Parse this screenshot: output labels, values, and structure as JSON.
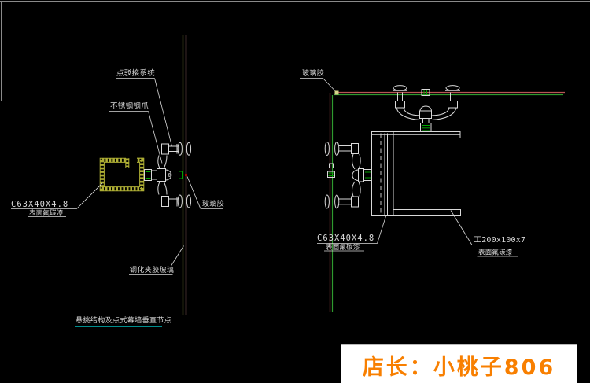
{
  "drawing": {
    "type": "cad-curtain-wall-detail",
    "background": "#000000"
  },
  "colors": {
    "line_white": "#d9d9d9",
    "glass_olive": "#7a7f38",
    "glass_salmon": "#c98b8b",
    "glass_red": "#b85555",
    "glass_dark_red": "#9a4040",
    "glass_green": "#2f9a2f",
    "centerline_red": "#c40000",
    "channel_yellow": "#aeae34",
    "accent_green": "#00a400",
    "underline_cyan": "#00bcbc",
    "border_grey": "#8a8a8a",
    "watermark_bg": "#ffffff",
    "watermark_orange": "#f87f00"
  },
  "left_detail": {
    "labels": {
      "point_system": "点驳接系统",
      "steel_claw": "不锈钢钢爪",
      "sealant": "玻璃胶",
      "channel_spec": "C63X40X4.8",
      "channel_finish": "表面氟碳漆",
      "glass": "钢化夹胶玻璃",
      "title": "悬挑结构及点式幕墙垂直节点"
    }
  },
  "right_detail": {
    "labels": {
      "sealant": "玻璃胶",
      "channel_spec": "C63X40X4.8",
      "channel_finish": "表面氟碳漆",
      "beam_spec": "工200x100x7",
      "beam_finish": "表面氟碳漆"
    }
  },
  "watermark": {
    "text": "店长：小桃子806"
  }
}
